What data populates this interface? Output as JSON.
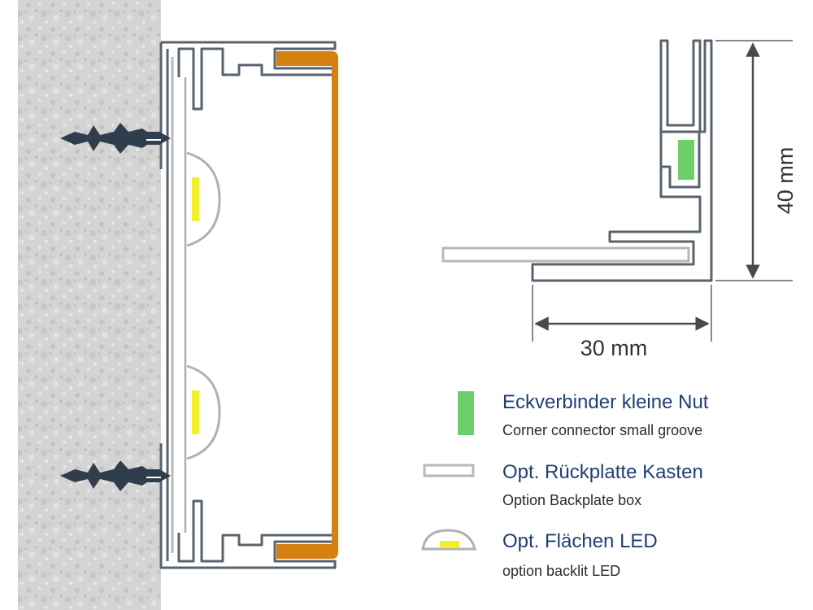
{
  "dimensions": {
    "height": "40 mm",
    "width": "30 mm"
  },
  "legend": [
    {
      "title": "Eckverbinder kleine Nut",
      "subtitle": "Corner connector small groove",
      "icon": "corner-connector-icon",
      "color": "#6ccf6a"
    },
    {
      "title": "Opt. Rückplatte Kasten",
      "subtitle": "Option Backplate box",
      "icon": "backplate-icon",
      "color": "#b8b8b8"
    },
    {
      "title": "Opt. Flächen LED",
      "subtitle": "option backlit LED",
      "icon": "backlit-led-icon",
      "color": "#f2ef2a"
    }
  ],
  "colors": {
    "profile_stroke": "#59636d",
    "backplate_stroke": "#b8b8b8",
    "led_yellow": "#f2ef2a",
    "connector_green": "#6ccf6a",
    "front_orange": "#d5800f",
    "dowel": "#2f3d4d",
    "wall": "#d3d3d3",
    "legend_blue": "#1f3f73"
  }
}
